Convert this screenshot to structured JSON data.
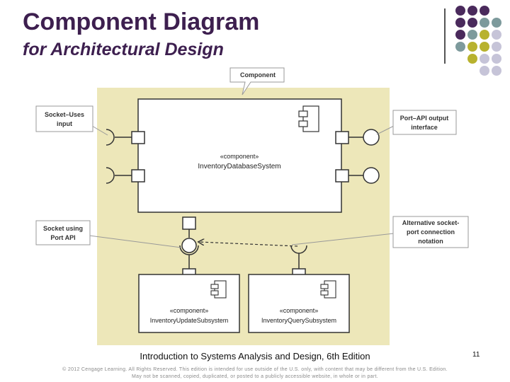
{
  "slide": {
    "title_line1": "Component Diagram",
    "title_line2": "for Architectural Design",
    "footer": "Introduction to Systems Analysis and Design, 6th Edition",
    "page_number": "11",
    "copyright_line1": "© 2012 Cengage Learning. All Rights Reserved. This edition is intended for use outside of the U.S. only, with content that may be different from the U.S. Edition.",
    "copyright_line2": "May not be scanned, copied, duplicated, or posted to a publicly accessible website, in whole or in part."
  },
  "palette": {
    "purple": "#4a2a5c",
    "teal": "#7d9a9c",
    "olive": "#b8b22e",
    "lavender": "#c6c4d8",
    "diagram_bg": "#ede7b9",
    "callout_bg": "#ffffff"
  },
  "diagram": {
    "callouts": {
      "component": "Component",
      "socket_uses_input": [
        "Socket–Uses",
        "input"
      ],
      "port_api_output": [
        "Port–API output",
        "interface"
      ],
      "socket_using_port": [
        "Socket using",
        "Port API"
      ],
      "alternative_socket": [
        "Alternative socket-",
        "port connection",
        "notation"
      ]
    },
    "components": {
      "main": {
        "stereotype": "«component»",
        "name": "InventoryDatabaseSystem"
      },
      "update": {
        "stereotype": "«component»",
        "name": "InventoryUpdateSubsystem"
      },
      "query": {
        "stereotype": "«component»",
        "name": "InventoryQuerySubsystem"
      }
    }
  }
}
